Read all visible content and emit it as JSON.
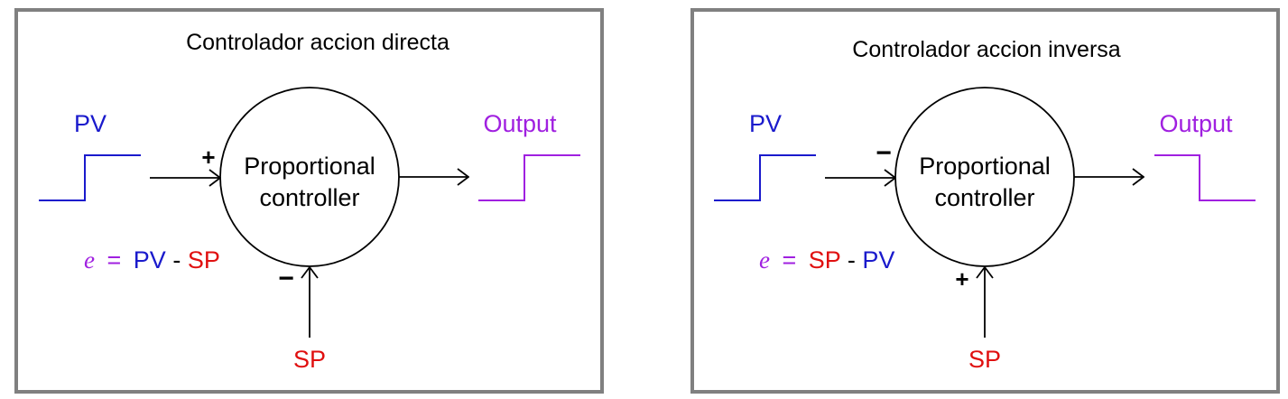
{
  "colors": {
    "pv": "#1a1acc",
    "sp": "#e01010",
    "output": "#a020e0",
    "frame": "#808080",
    "ink": "#000000"
  },
  "panels": [
    {
      "title": "Controlador accion directa",
      "pv_label": "PV",
      "sp_label": "SP",
      "output_label": "Output",
      "block_line1": "Proportional",
      "block_line2": "controller",
      "pv_sign": "+",
      "sp_sign": "−",
      "error_var": "e",
      "error_eq": "=",
      "error_term1": "PV",
      "error_op": "-",
      "error_term2": "SP",
      "output_step": "rising"
    },
    {
      "title": "Controlador accion inversa",
      "pv_label": "PV",
      "sp_label": "SP",
      "output_label": "Output",
      "block_line1": "Proportional",
      "block_line2": "controller",
      "pv_sign": "−",
      "sp_sign": "+",
      "error_var": "e",
      "error_eq": "=",
      "error_term1": "SP",
      "error_op": "-",
      "error_term2": "PV",
      "output_step": "falling"
    }
  ]
}
